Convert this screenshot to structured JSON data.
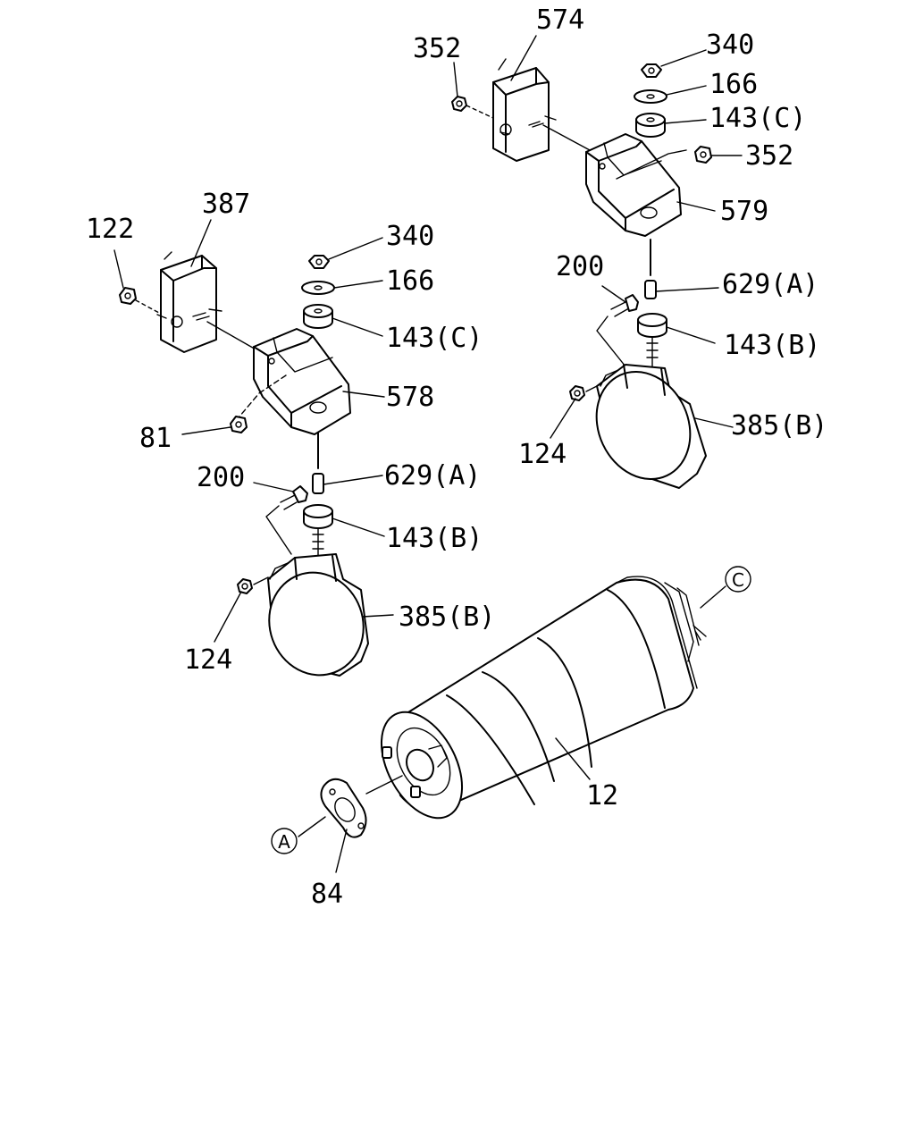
{
  "callouts": {
    "l574": "574",
    "l352a": "352",
    "l340a": "340",
    "l166a": "166",
    "l143ca": "143(C)",
    "l352b": "352",
    "l579": "579",
    "l200a": "200",
    "l629a": "629(A)",
    "l143ba": "143(B)",
    "l124a": "124",
    "l385a": "385(B)",
    "l387": "387",
    "l122": "122",
    "l340b": "340",
    "l166b": "166",
    "l143cb": "143(C)",
    "l578": "578",
    "l81": "81",
    "l200b": "200",
    "l629b": "629(A)",
    "l143bb": "143(B)",
    "l124b": "124",
    "l385b": "385(B)",
    "l12": "12",
    "l84": "84"
  },
  "refs": {
    "a": "A",
    "c": "C"
  }
}
